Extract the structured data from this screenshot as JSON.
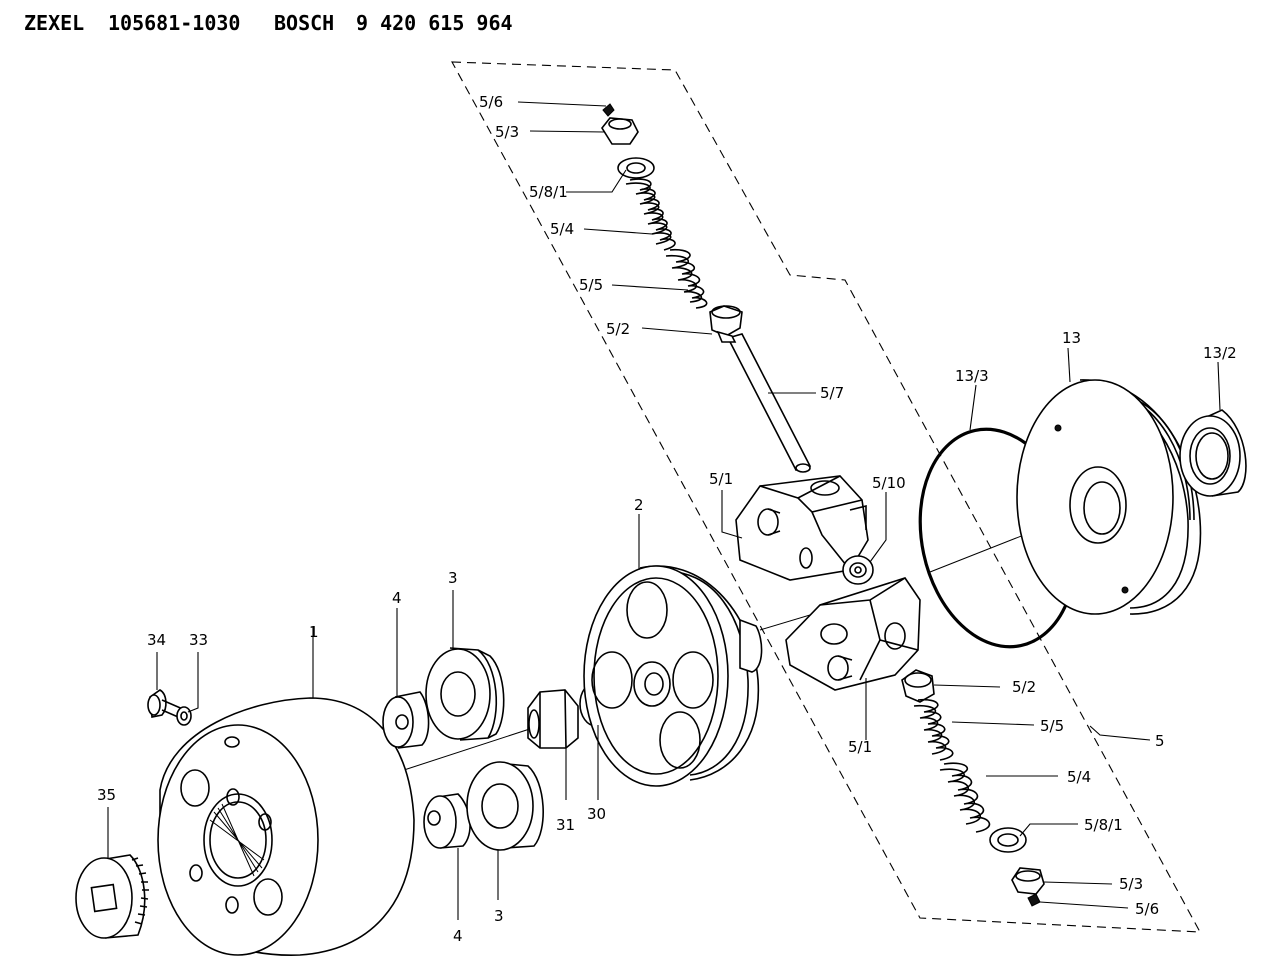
{
  "header": {
    "brand1": "ZEXEL",
    "part1": "105681-1030",
    "brand2": "BOSCH",
    "part2": "9 420 615 964"
  },
  "labels": {
    "l_5_6_top": "5/6",
    "l_5_3_top": "5/3",
    "l_5_8_1_top": "5/8/1",
    "l_5_4_top": "5/4",
    "l_5_5_top": "5/5",
    "l_5_2_top": "5/2",
    "l_5_7": "5/7",
    "l_13_3": "13/3",
    "l_13": "13",
    "l_13_2": "13/2",
    "l_5_1_top": "5/1",
    "l_5_10": "5/10",
    "l_2": "2",
    "l_3_top": "3",
    "l_4_top": "4",
    "l_1": "1",
    "l_34": "34",
    "l_33": "33",
    "l_35": "35",
    "l_31": "31",
    "l_30": "30",
    "l_4_bottom": "4",
    "l_3_bottom": "3",
    "l_5_1_bottom": "5/1",
    "l_5_2_bottom": "5/2",
    "l_5_5_bottom": "5/5",
    "l_5": "5",
    "l_5_4_bottom": "5/4",
    "l_5_8_1_bottom": "5/8/1",
    "l_5_3_bottom": "5/3",
    "l_5_6_bottom": "5/6"
  }
}
